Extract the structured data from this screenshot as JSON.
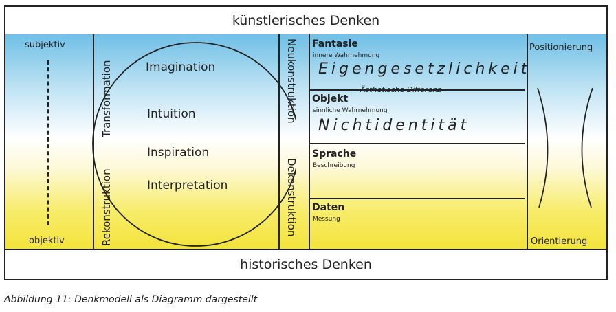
{
  "top_label": "künstlerisches Denken",
  "bottom_label": "historisches Denken",
  "left": {
    "top": "subjektiv",
    "bottom": "objektiv"
  },
  "col2": {
    "upper": "Transformation",
    "lower": "Rekonstruktion"
  },
  "circle_words": [
    "Imagination",
    "Intuition",
    "Inspiration",
    "Interpretation"
  ],
  "col4": {
    "upper": "Neukonstruktion",
    "lower": "Dekonstruktion"
  },
  "rows": [
    {
      "title": "Fantasie",
      "subtitle": "innere Wahrnehmung",
      "big": "Eigengesetzlichkeit"
    },
    {
      "title": "Objekt",
      "subtitle": "sinnliche Wahrnehmung",
      "big": "Nichtidentität"
    },
    {
      "title": "Sprache",
      "subtitle": "Beschreibung"
    },
    {
      "title": "Daten",
      "subtitle": "Messung"
    }
  ],
  "boundary_label": "Ästhetische Differenz",
  "right": {
    "top": "Positionierung",
    "bottom": "Orientierung"
  },
  "caption": "Abbildung 11: Denkmodell als Diagramm dargestellt"
}
